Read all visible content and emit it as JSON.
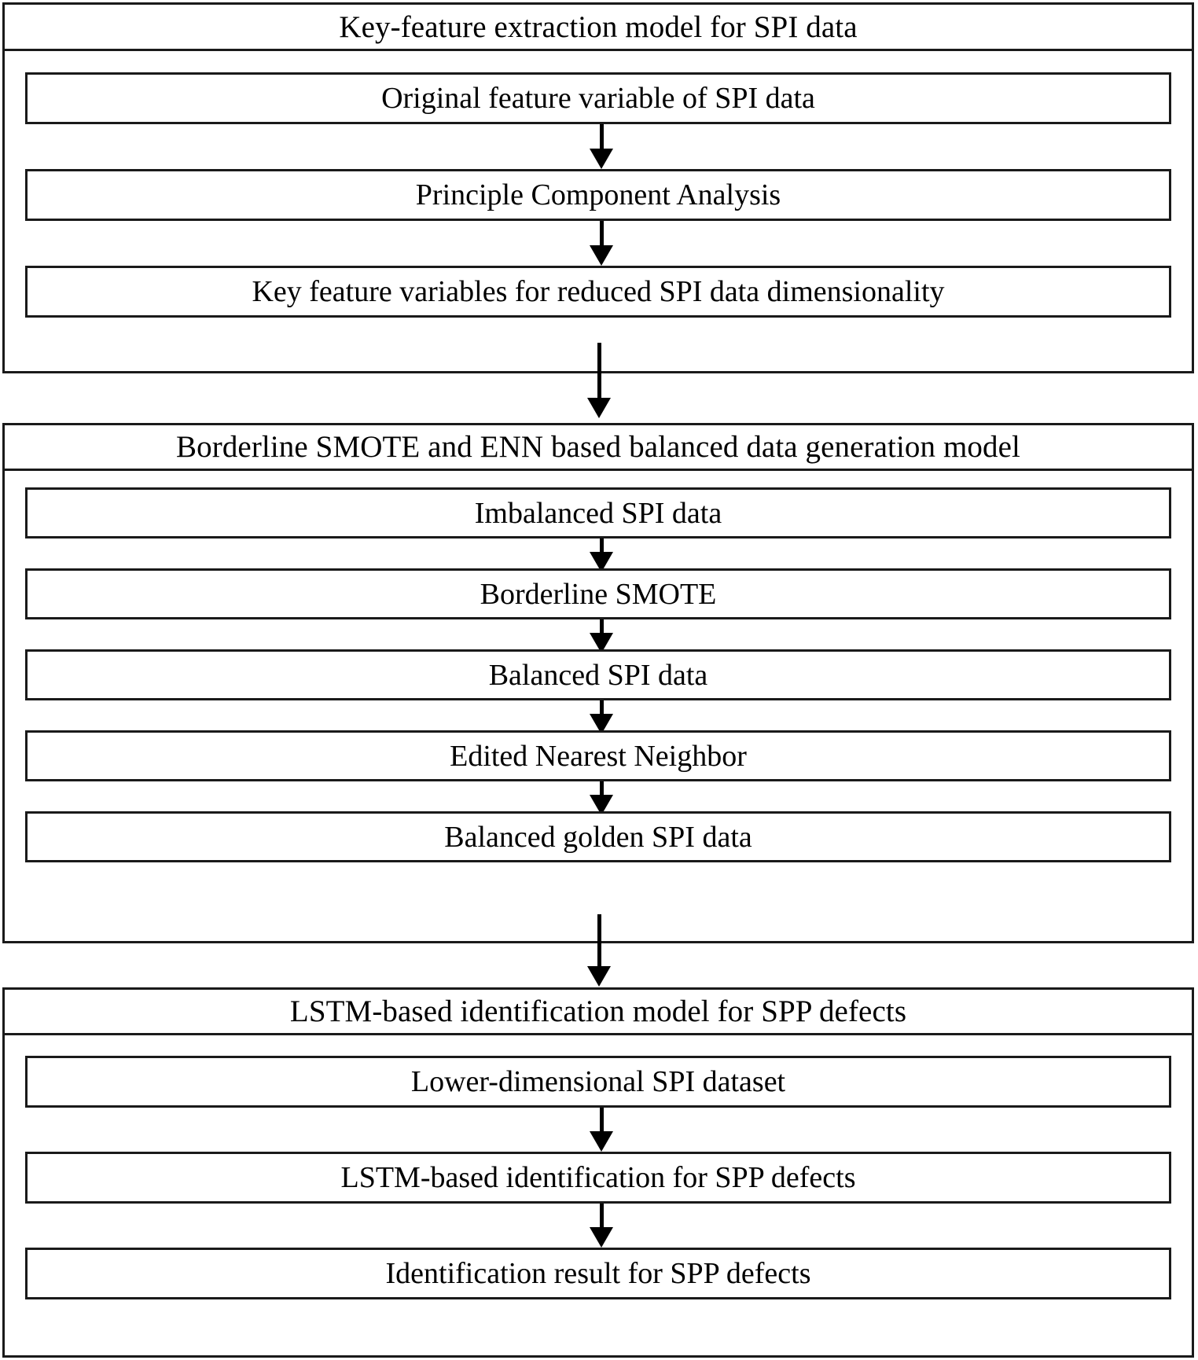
{
  "diagram": {
    "type": "flowchart",
    "orientation": "vertical",
    "modules": [
      {
        "id": "key-feature-extraction",
        "title": "Key-feature extraction model for SPI data",
        "steps": [
          "Original feature variable of SPI data",
          "Principle Component Analysis",
          "Key feature variables for reduced SPI data dimensionality"
        ]
      },
      {
        "id": "balanced-data-generation",
        "title": "Borderline SMOTE and ENN based balanced data generation model",
        "steps": [
          "Imbalanced SPI data",
          "Borderline SMOTE",
          "Balanced SPI data",
          "Edited Nearest Neighbor",
          "Balanced golden SPI data"
        ]
      },
      {
        "id": "lstm-identification",
        "title": "LSTM-based identification model for SPP defects",
        "steps": [
          "Lower-dimensional SPI dataset",
          "LSTM-based identification for SPP defects",
          "Identification result for SPP defects"
        ]
      }
    ],
    "colors": {
      "border": "#1a1a1a",
      "background": "#ffffff",
      "text": "#000000",
      "arrow": "#000000"
    }
  }
}
